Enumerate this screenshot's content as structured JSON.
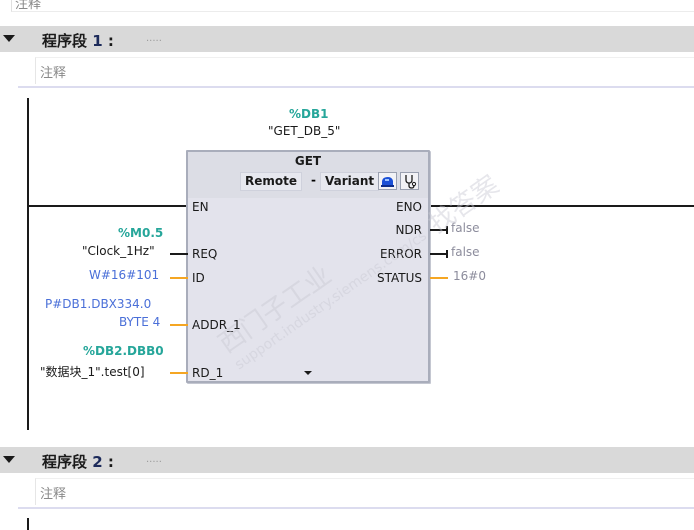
{
  "top_comment": {
    "text": "注释"
  },
  "networks": [
    {
      "label": "程序段",
      "number": "1",
      "colon": ":",
      "title_placeholder": ".....",
      "comment": "注释",
      "block": {
        "instance_address": "%DB1",
        "instance_name": "\"GET_DB_5\"",
        "type": "GET",
        "variant_left": "Remote",
        "variant_sep": "-",
        "variant_right": "Variant",
        "icons": {
          "left": "connection-config-icon",
          "right": "diagnostics-stethoscope-icon"
        },
        "inputs": [
          {
            "pin": "EN",
            "address": "",
            "operand": "",
            "wire": "black"
          },
          {
            "pin": "REQ",
            "address": "%M0.5",
            "operand": "\"Clock_1Hz\"",
            "wire": "black"
          },
          {
            "pin": "ID",
            "address": "",
            "operand": "W#16#101",
            "wire": "orange"
          },
          {
            "pin": "ADDR_1",
            "address": "",
            "operand_line1": "P#DB1.DBX334.0",
            "operand_line2": "BYTE 4",
            "wire": "orange"
          },
          {
            "pin": "RD_1",
            "address": "%DB2.DBB0",
            "operand": "\"数据块_1\".test[0]",
            "wire": "orange"
          }
        ],
        "outputs": [
          {
            "pin": "ENO",
            "value": "",
            "wire": "black"
          },
          {
            "pin": "NDR",
            "value": "false",
            "wire": "black"
          },
          {
            "pin": "ERROR",
            "value": "false",
            "wire": "black"
          },
          {
            "pin": "STATUS",
            "value": "16#0",
            "wire": "orange"
          }
        ]
      }
    },
    {
      "label": "程序段",
      "number": "2",
      "colon": ":",
      "title_placeholder": ".....",
      "comment": "注释"
    }
  ],
  "watermark": {
    "line1": "西门子工业",
    "line2": "support.industry.siemens.com/cs",
    "line3": "找答案"
  },
  "colors": {
    "wire_bool": "#1a1a1a",
    "wire_word": "#f5a623",
    "address": "#26a69a",
    "constant": "#4a6fd8",
    "output_value": "#8c8c9c",
    "header_bg": "#d9d9d9",
    "block_bg": "#e3e3ec"
  }
}
